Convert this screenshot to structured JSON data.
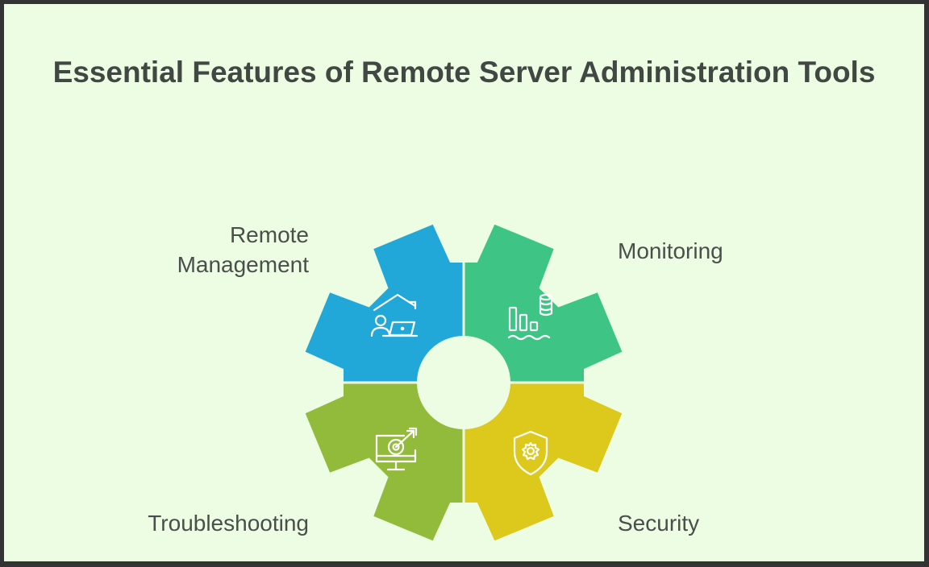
{
  "title": "Essential Features of Remote Server Administration Tools",
  "segments": [
    {
      "label": "Remote Management",
      "color": "#21a8d9",
      "icon": "remote-work-icon"
    },
    {
      "label": "Monitoring",
      "color": "#3ec485",
      "icon": "database-chart-icon"
    },
    {
      "label": "Troubleshooting",
      "color": "#93bb3b",
      "icon": "monitor-target-icon"
    },
    {
      "label": "Security",
      "color": "#ddc81c",
      "icon": "shield-gear-icon"
    }
  ]
}
